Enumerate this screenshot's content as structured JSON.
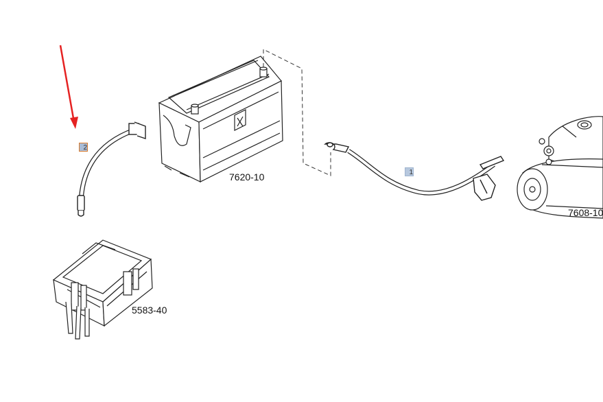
{
  "parts": {
    "battery": {
      "label": "7620-10"
    },
    "starter": {
      "label": "7608-10"
    },
    "fuse_box": {
      "label": "5583-40"
    }
  },
  "callouts": {
    "ground_cable": {
      "number": "2"
    },
    "positive_cable": {
      "number": "1"
    }
  },
  "colors": {
    "arrow": "#e52222",
    "callout_orange": "#d97a2b",
    "callout_blue": "#b7c8de",
    "line": "#222222"
  }
}
